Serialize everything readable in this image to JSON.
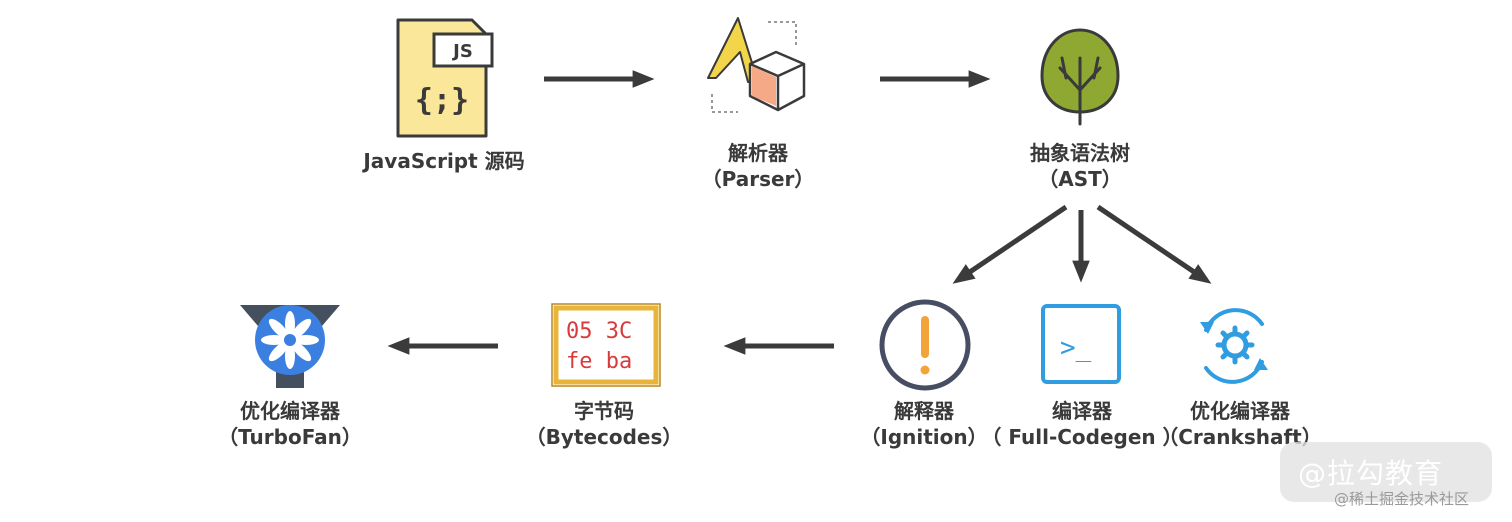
{
  "nodes": {
    "source": {
      "line1": "JavaScript 源码",
      "line2": ""
    },
    "parser": {
      "line1": "解析器",
      "line2": "（Parser）"
    },
    "ast": {
      "line1": "抽象语法树",
      "line2": "（AST）"
    },
    "ignition": {
      "line1": "解释器",
      "line2": "（Ignition）"
    },
    "fullcodegen": {
      "line1": "编译器",
      "line2": "（ Full-Codegen ）"
    },
    "crankshaft": {
      "line1": "优化编译器",
      "line2": "（Crankshaft）"
    },
    "bytecodes": {
      "line1": "字节码",
      "line2": "（Bytecodes）"
    },
    "turbofan": {
      "line1": "优化编译器",
      "line2": "（TurboFan）"
    }
  },
  "icons": {
    "js_tag": "JS",
    "js_braces": "{;}",
    "bytecode_row1": "05 3C",
    "bytecode_row2": "fe ba",
    "terminal_prompt": ">_",
    "ignition_mark": "!"
  },
  "watermark": {
    "brand": "@拉勾教育",
    "sub": "@稀土掘金技术社区"
  },
  "colors": {
    "arrow": "#3b3b3b",
    "file_yellow": "#fbe79a",
    "tree_green": "#8ea832",
    "blue": "#2f9de0",
    "bytecode_red": "#d93a3a",
    "bytecode_frame": "#e9b43a",
    "ignition_orange": "#f2a33a",
    "turbofan_blue": "#3b7fe0"
  }
}
